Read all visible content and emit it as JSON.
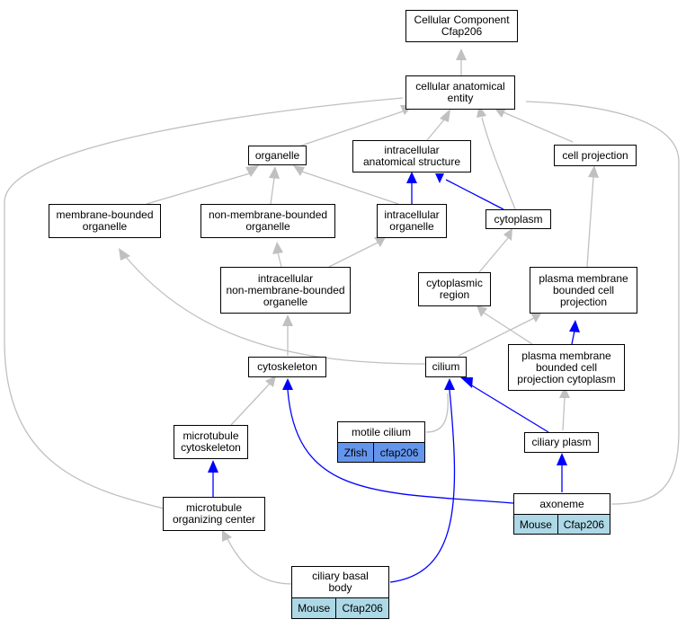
{
  "nodes": {
    "cellular_component": "Cellular Component\nCfap206",
    "cellular_anatomical_entity": "cellular anatomical\nentity",
    "organelle": "organelle",
    "intracellular_anatomical_structure": "intracellular\nanatomical structure",
    "cell_projection": "cell projection",
    "membrane_bounded_organelle": "membrane-bounded\norganelle",
    "non_membrane_bounded_organelle": "non-membrane-bounded\norganelle",
    "intracellular_organelle": "intracellular\norganelle",
    "cytoplasm": "cytoplasm",
    "intracellular_non_membrane_bounded_organelle": "intracellular\nnon-membrane-bounded\norganelle",
    "cytoplasmic_region": "cytoplasmic\nregion",
    "plasma_membrane_bounded_cell_projection": "plasma membrane\nbounded cell\nprojection",
    "cytoskeleton": "cytoskeleton",
    "cilium": "cilium",
    "plasma_membrane_bounded_cell_projection_cytoplasm": "plasma membrane\nbounded cell\nprojection cytoplasm",
    "motile_cilium": "motile cilium",
    "microtubule_cytoskeleton": "microtubule\ncytoskeleton",
    "ciliary_plasm": "ciliary plasm",
    "axoneme": "axoneme",
    "microtubule_organizing_center": "microtubule\norganizing center",
    "ciliary_basal_body": "ciliary basal\nbody"
  },
  "annotations": {
    "motile_cilium": {
      "species": "Zfish",
      "gene": "cfap206"
    },
    "axoneme": {
      "species": "Mouse",
      "gene": "Cfap206"
    },
    "ciliary_basal_body": {
      "species": "Mouse",
      "gene": "Cfap206"
    }
  },
  "colors": {
    "is_a_edge": "#c0c0c0",
    "part_of_edge": "#0000ff",
    "mouse_annotation": "#add8e6",
    "zfish_annotation": "#6495ed"
  }
}
